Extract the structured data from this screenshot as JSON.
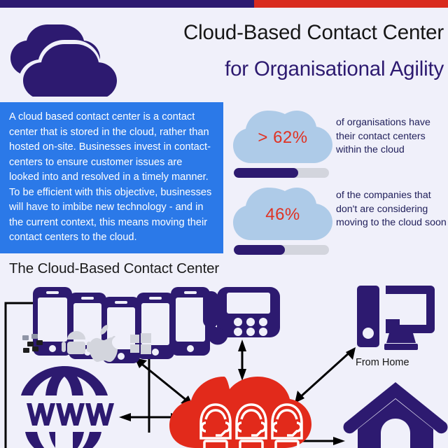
{
  "colors": {
    "navy": "#2d1a70",
    "red": "#d92b1e",
    "stat_red": "#e03223",
    "blue_box": "#2b79e8",
    "background": "#f0f0fa",
    "cloud_light": "#aecbe8",
    "bar_track": "#d3d5dd"
  },
  "topbar": {
    "left_segment": "navy",
    "right_segment": "red"
  },
  "header": {
    "logo_icon": "cloud-icon",
    "title_line1": "Cloud-Based Contact Center",
    "title_line2": "for Organisational Agility"
  },
  "intro": {
    "text": "A cloud based contact center is a contact center that is stored in the cloud, rather than hosted on-site. Businesses invest in contact-centers to ensure customer issues are looked into and resolved in a timely manner. To be efficient with this objective, businesses will have to imbibe new technology - and in the current context, this means moving their contact centers to the cloud."
  },
  "stats": [
    {
      "value": "> 62%",
      "description": "of organisations have their contact centers within the cloud",
      "bar_fill_percent": 68
    },
    {
      "value": "46%",
      "description": "of the companies that don't are considering moving to the cloud soon",
      "bar_fill_percent": 54
    }
  ],
  "diagram": {
    "heading": "The Cloud-Based Contact Center",
    "from_home_label": "From Home",
    "nodes": [
      {
        "name": "smartphones",
        "icon": "smartphone-icon",
        "count": 5
      },
      {
        "name": "os-logos",
        "icons": [
          "blackberry-icon",
          "android-icon",
          "apple-icon",
          "windows-icon"
        ]
      },
      {
        "name": "desk-phone",
        "icon": "desk-phone-icon"
      },
      {
        "name": "desktop-computer",
        "icon": "desktop-computer-icon"
      },
      {
        "name": "www-globe",
        "icon": "globe-www-icon",
        "label": "WWW"
      },
      {
        "name": "contact-center-cloud",
        "icon": "red-cloud-agents-icon",
        "agents": 3
      },
      {
        "name": "house",
        "icon": "house-icon"
      }
    ]
  }
}
